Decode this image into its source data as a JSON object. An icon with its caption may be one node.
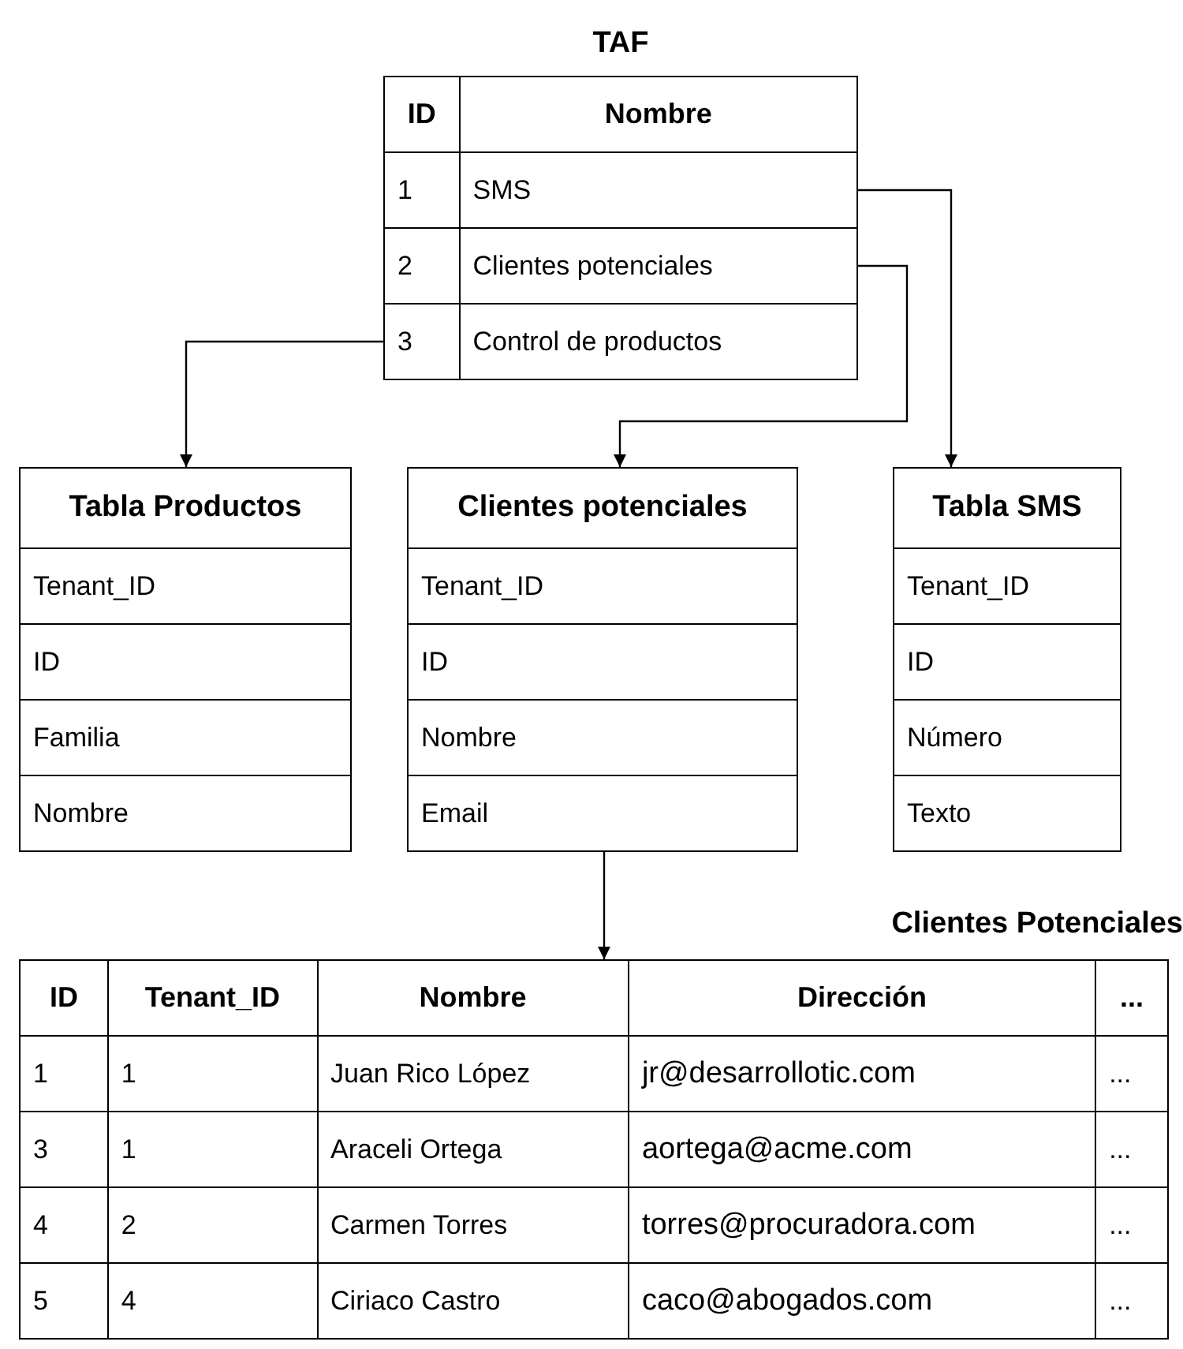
{
  "diagram": {
    "nodes": [
      {
        "text": [
          "TAF"
        ]
      },
      {
        "text": [
          "ID",
          "Nombre"
        ],
        "in": 0
      },
      {
        "text": [
          "1",
          "SMS"
        ],
        "in": 0
      },
      {
        "text": [
          "2",
          "Clientes potenciales"
        ],
        "in": 0
      },
      {
        "text": [
          "3",
          "Control de productos"
        ],
        "in": 0
      },
      {
        "text": [
          "Tabla Productos"
        ]
      },
      {
        "text": [
          "Tenant_ID"
        ],
        "in": 5
      },
      {
        "text": [
          "ID"
        ],
        "in": 5
      },
      {
        "text": [
          "Familia"
        ],
        "in": 5
      },
      {
        "text": [
          "Nombre"
        ],
        "in": 5
      },
      {
        "text": [
          "Clientes potenciales"
        ]
      },
      {
        "text": [
          "Tenant_ID"
        ],
        "in": 10
      },
      {
        "text": [
          "ID"
        ],
        "in": 10
      },
      {
        "text": [
          "Nombre"
        ],
        "in": 10
      },
      {
        "text": [
          "Email"
        ],
        "in": 10
      },
      {
        "text": [
          "Tabla SMS"
        ]
      },
      {
        "text": [
          "Tenant_ID"
        ],
        "in": 15
      },
      {
        "text": [
          "ID"
        ],
        "in": 15
      },
      {
        "text": [
          "Número"
        ],
        "in": 15
      },
      {
        "text": [
          "Texto"
        ],
        "in": 15
      },
      {
        "text": [
          "Clientes Potenciales"
        ]
      },
      {
        "text": [
          "ID",
          "Tenant_ID",
          "Nombre",
          "Dirección",
          "..."
        ],
        "in": 20
      },
      {
        "text": [
          "1",
          "1",
          "Juan Rico López",
          "jr@desarrollotic.com",
          "..."
        ],
        "in": 20
      },
      {
        "text": [
          "3",
          "1",
          "Araceli Ortega",
          "aortega@acme.com",
          "..."
        ],
        "in": 20
      },
      {
        "text": [
          "4",
          "2",
          "Carmen Torres",
          "torres@procuradora.com",
          "..."
        ],
        "in": 20
      },
      {
        "text": [
          "5",
          "4",
          "Ciriaco Castro",
          "caco@abogados.com",
          "..."
        ],
        "in": 20
      }
    ],
    "edges": [
      {
        "from": 2,
        "to": 15,
        "arrow": "to"
      },
      {
        "from": 3,
        "to": 10,
        "arrow": "to"
      },
      {
        "from": 4,
        "to": 5,
        "arrow": "to"
      },
      {
        "from": 14,
        "to": 20,
        "arrow": "to"
      }
    ]
  }
}
